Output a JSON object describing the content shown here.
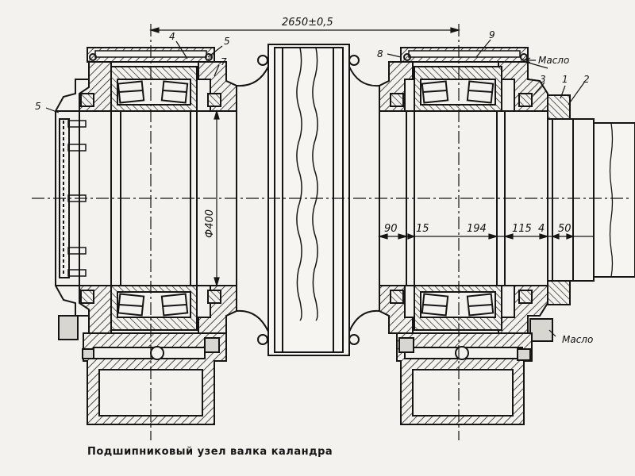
{
  "caption": "Подшипниковый узел валка каландра",
  "dimensions": {
    "overall": "2650±0,5",
    "diameter": "Ф400",
    "d90": "90",
    "d15": "15",
    "d194": "194",
    "d115": "115",
    "d4": "4",
    "d50": "50"
  },
  "part_labels": {
    "p1": "1",
    "p2": "2",
    "p3": "3",
    "p4": "4",
    "p5_top": "5",
    "p5_left": "5",
    "p7": "7",
    "p8": "8",
    "p9": "9"
  },
  "annotations": {
    "oil_top": "Масло",
    "oil_bottom": "Масло"
  },
  "colors": {
    "ink": "#151515",
    "paper": "#f3f2ee",
    "hatch": "#2a2a2a"
  }
}
